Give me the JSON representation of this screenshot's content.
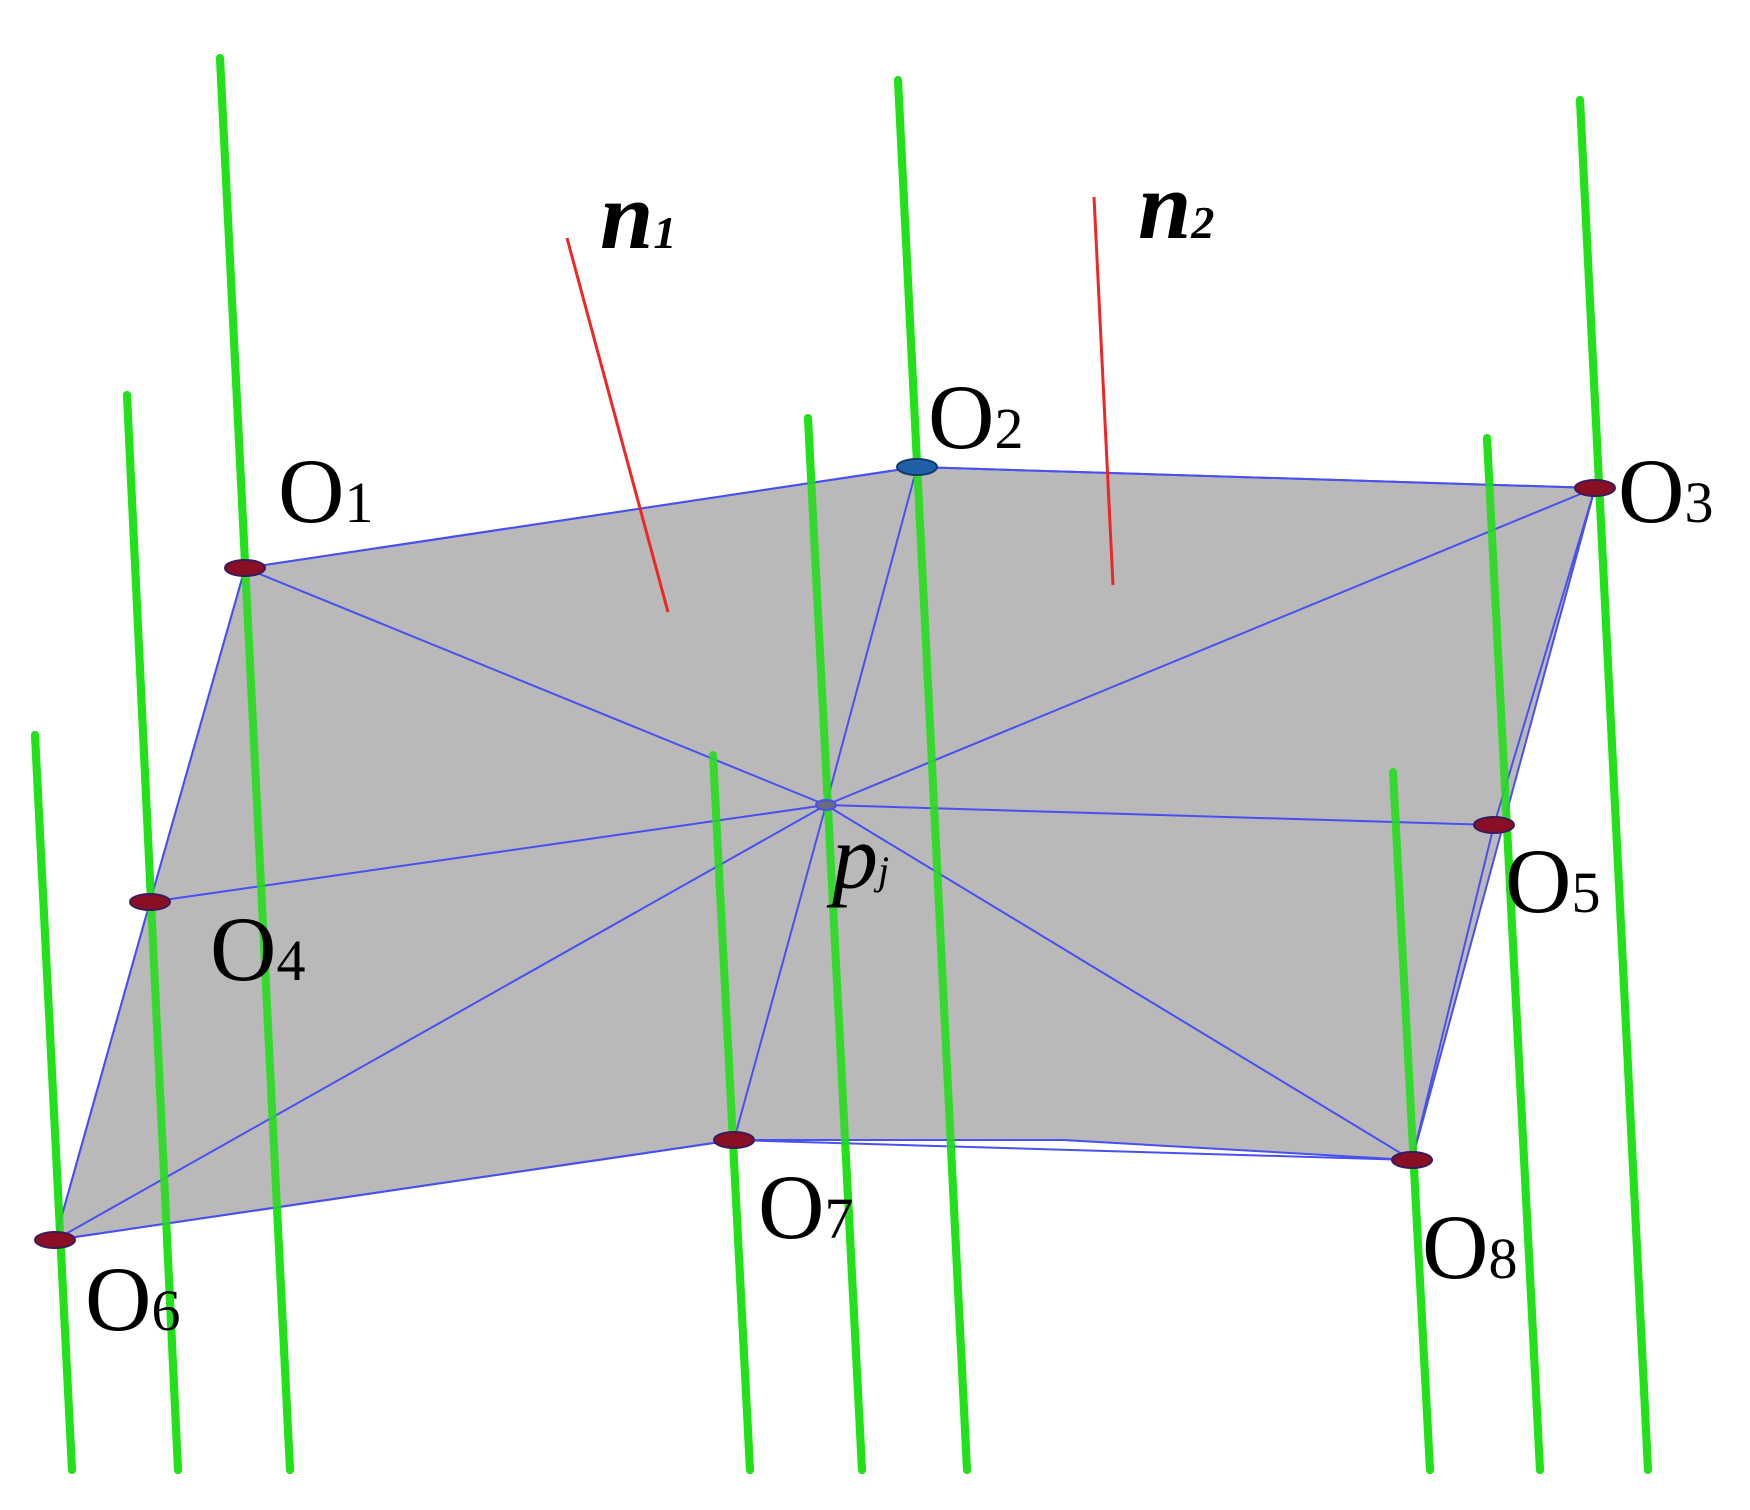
{
  "colors": {
    "surface_fill": "#b3b3b3",
    "mesh_edges": "#4a4ff0",
    "vertical_lines": "#22e01a",
    "normal_vectors": "#f02626",
    "vertex_marker": "#8a0f24",
    "vertex_marker_highlight": "#1f5fa8",
    "label_text": "#000000"
  },
  "labels": {
    "n1_main": "n",
    "n1_sub": "1",
    "n2_main": "n",
    "n2_sub": "2",
    "p_main": "p",
    "p_sub": "j",
    "o_main": "O",
    "o1_sub": "1",
    "o2_sub": "2",
    "o3_sub": "3",
    "o4_sub": "4",
    "o5_sub": "5",
    "o6_sub": "6",
    "o7_sub": "7",
    "o8_sub": "8"
  }
}
